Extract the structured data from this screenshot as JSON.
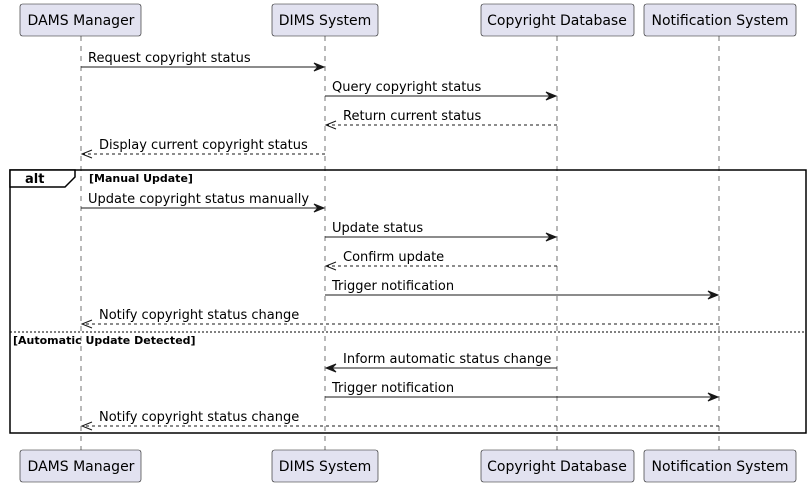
{
  "participants": [
    {
      "id": "dams",
      "label": "DAMS Manager"
    },
    {
      "id": "dims",
      "label": "DIMS System"
    },
    {
      "id": "copyright",
      "label": "Copyright Database"
    },
    {
      "id": "notify",
      "label": "Notification System"
    }
  ],
  "messages": [
    {
      "from": "dams",
      "to": "dims",
      "label": "Request copyright status",
      "type": "sync"
    },
    {
      "from": "dims",
      "to": "copyright",
      "label": "Query copyright status",
      "type": "sync"
    },
    {
      "from": "copyright",
      "to": "dims",
      "label": "Return current status",
      "type": "return"
    },
    {
      "from": "dims",
      "to": "dams",
      "label": "Display current copyright status",
      "type": "return"
    },
    {
      "from": "dams",
      "to": "dims",
      "label": "Update copyright status manually",
      "type": "sync"
    },
    {
      "from": "dims",
      "to": "copyright",
      "label": "Update status",
      "type": "sync"
    },
    {
      "from": "copyright",
      "to": "dims",
      "label": "Confirm update",
      "type": "return"
    },
    {
      "from": "dims",
      "to": "notify",
      "label": "Trigger notification",
      "type": "sync"
    },
    {
      "from": "notify",
      "to": "dams",
      "label": "Notify copyright status change",
      "type": "return"
    },
    {
      "from": "copyright",
      "to": "dims",
      "label": "Inform automatic status change",
      "type": "sync"
    },
    {
      "from": "dims",
      "to": "notify",
      "label": "Trigger notification",
      "type": "sync"
    },
    {
      "from": "notify",
      "to": "dams",
      "label": "Notify copyright status change",
      "type": "return"
    }
  ],
  "fragment": {
    "keyword": "alt",
    "guards": [
      "[Manual Update]",
      "[Automatic Update Detected]"
    ]
  }
}
